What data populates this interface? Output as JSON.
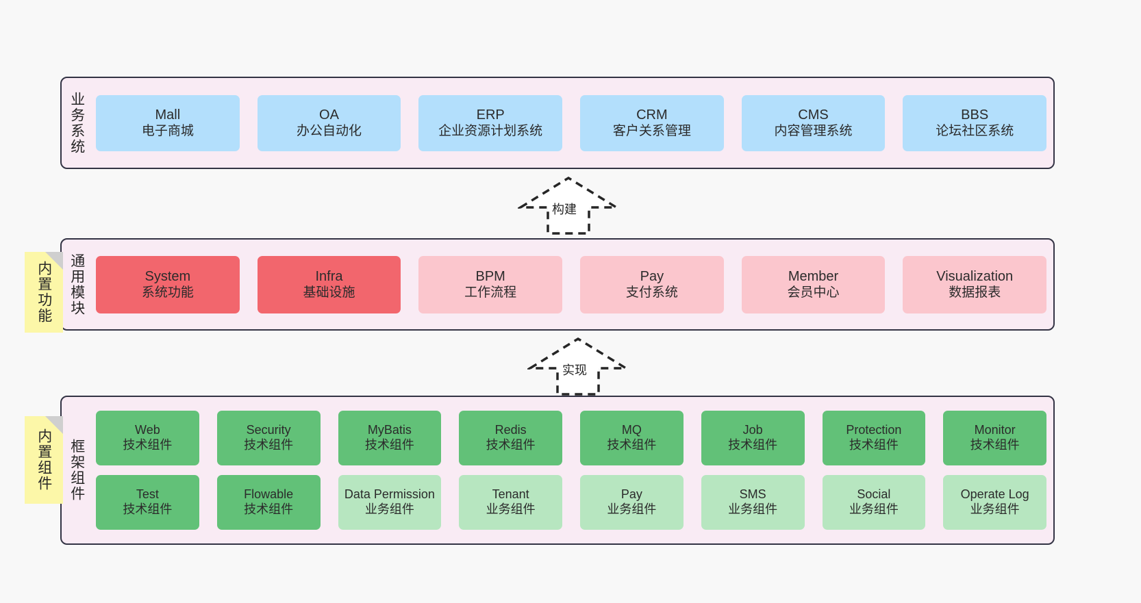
{
  "diagram": {
    "title_business": "业务系统",
    "title_modules": "通用模块",
    "title_framework": "框架组件",
    "colors": {
      "panel_bg": "#f9ebf4",
      "panel_border": "#333344",
      "blue": "#b3dffc",
      "red_strong": "#f2666d",
      "red_light": "#fbc6cd",
      "green_strong": "#62c178",
      "green_light": "#b7e6c0",
      "sticky": "#fcf7a8",
      "canvas": "#f8f8f8"
    }
  },
  "sticky_notes": [
    {
      "id": "builtin-features",
      "label": "内置功能"
    },
    {
      "id": "builtin-components",
      "label": "内置组件"
    }
  ],
  "arrows": [
    {
      "id": "build",
      "label": "构建",
      "direction": "up"
    },
    {
      "id": "implement",
      "label": "实现",
      "direction": "up"
    }
  ],
  "business_systems": [
    {
      "en": "Mall",
      "cn": "电子商城"
    },
    {
      "en": "OA",
      "cn": "办公自动化"
    },
    {
      "en": "ERP",
      "cn": "企业资源计划系统"
    },
    {
      "en": "CRM",
      "cn": "客户关系管理"
    },
    {
      "en": "CMS",
      "cn": "内容管理系统"
    },
    {
      "en": "BBS",
      "cn": "论坛社区系统"
    }
  ],
  "common_modules": [
    {
      "en": "System",
      "cn": "系统功能",
      "tone": "strong"
    },
    {
      "en": "Infra",
      "cn": "基础设施",
      "tone": "strong"
    },
    {
      "en": "BPM",
      "cn": "工作流程",
      "tone": "light"
    },
    {
      "en": "Pay",
      "cn": "支付系统",
      "tone": "light"
    },
    {
      "en": "Member",
      "cn": "会员中心",
      "tone": "light"
    },
    {
      "en": "Visualization",
      "cn": "数据报表",
      "tone": "light"
    }
  ],
  "framework_components_row1": [
    {
      "en": "Web",
      "cn": "技术组件",
      "tone": "strong"
    },
    {
      "en": "Security",
      "cn": "技术组件",
      "tone": "strong"
    },
    {
      "en": "MyBatis",
      "cn": "技术组件",
      "tone": "strong"
    },
    {
      "en": "Redis",
      "cn": "技术组件",
      "tone": "strong"
    },
    {
      "en": "MQ",
      "cn": "技术组件",
      "tone": "strong"
    },
    {
      "en": "Job",
      "cn": "技术组件",
      "tone": "strong"
    },
    {
      "en": "Protection",
      "cn": "技术组件",
      "tone": "strong"
    },
    {
      "en": "Monitor",
      "cn": "技术组件",
      "tone": "strong"
    }
  ],
  "framework_components_row2": [
    {
      "en": "Test",
      "cn": "技术组件",
      "tone": "strong"
    },
    {
      "en": "Flowable",
      "cn": "技术组件",
      "tone": "strong"
    },
    {
      "en": "Data Permission",
      "cn": "业务组件",
      "tone": "light"
    },
    {
      "en": "Tenant",
      "cn": "业务组件",
      "tone": "light"
    },
    {
      "en": "Pay",
      "cn": "业务组件",
      "tone": "light"
    },
    {
      "en": "SMS",
      "cn": "业务组件",
      "tone": "light"
    },
    {
      "en": "Social",
      "cn": "业务组件",
      "tone": "light"
    },
    {
      "en": "Operate Log",
      "cn": "业务组件",
      "tone": "light"
    }
  ]
}
